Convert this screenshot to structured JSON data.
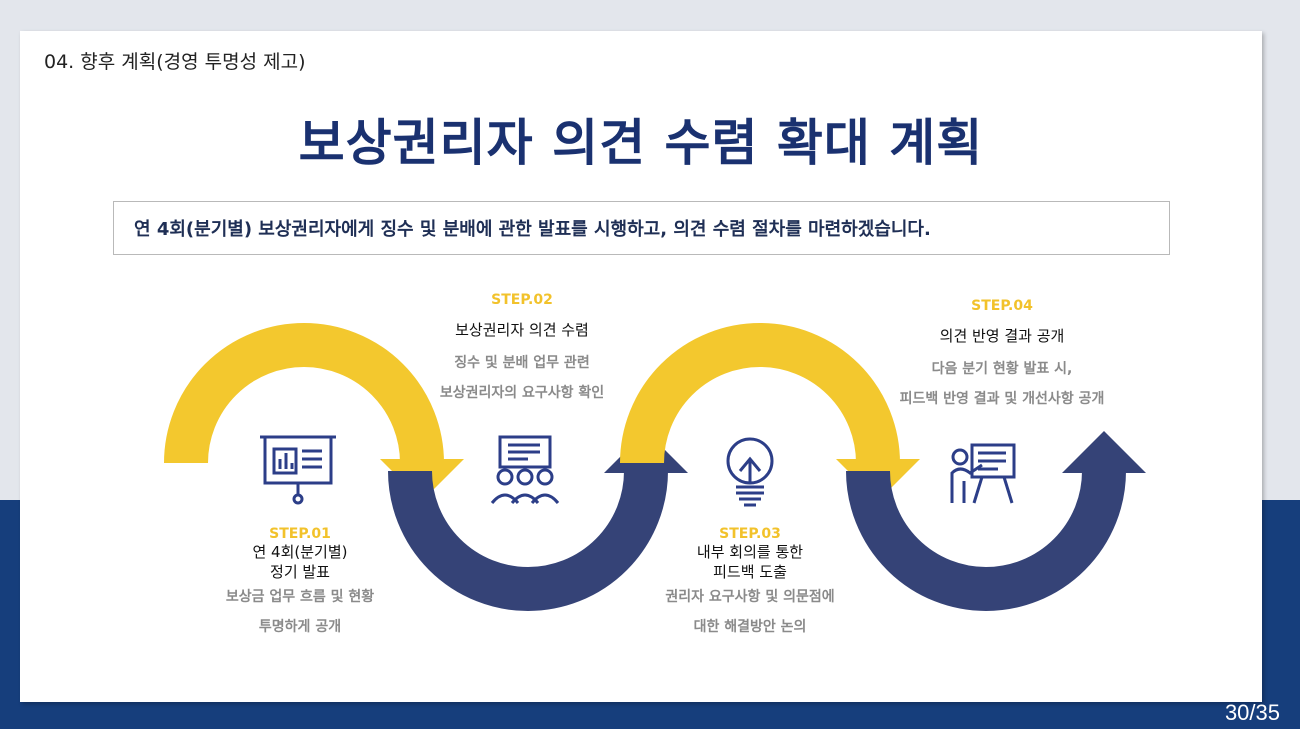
{
  "header": {
    "section_label": "04. 향후 계획(경영 투명성 제고)",
    "title": "보상권리자 의견 수렴 확대 계획"
  },
  "summary": "연 4회(분기별) 보상권리자에게 징수 및 분배에 관한 발표를 시행하고, 의견 수렴 절차를 마련하겠습니다.",
  "steps": [
    {
      "label": "STEP.01",
      "title_lines": [
        "연 4회(분기별)",
        "정기 발표"
      ],
      "desc_lines": [
        "보상금 업무 흐름 및 현황",
        "투명하게 공개"
      ],
      "icon": "presentation-board-icon"
    },
    {
      "label": "STEP.02",
      "title_lines": [
        "보상권리자 의견 수렴"
      ],
      "desc_lines": [
        "징수 및 분배 업무 관련",
        "보상권리자의 요구사항 확인"
      ],
      "icon": "group-meeting-icon"
    },
    {
      "label": "STEP.03",
      "title_lines": [
        "내부 회의를 통한",
        "피드백 도출"
      ],
      "desc_lines": [
        "권리자 요구사항 및 의문점에",
        "대한 해결방안 논의"
      ],
      "icon": "lightbulb-icon"
    },
    {
      "label": "STEP.04",
      "title_lines": [
        "의견 반영 결과 공개"
      ],
      "desc_lines": [
        "다음 분기 현황 발표 시,",
        "피드백 반영 결과 및 개선사항 공개"
      ],
      "icon": "presenter-icon"
    }
  ],
  "colors": {
    "yellow": "#f3c82e",
    "navy": "#354377",
    "title": "#1a3170",
    "band": "#163e7c"
  },
  "page": "30/35"
}
